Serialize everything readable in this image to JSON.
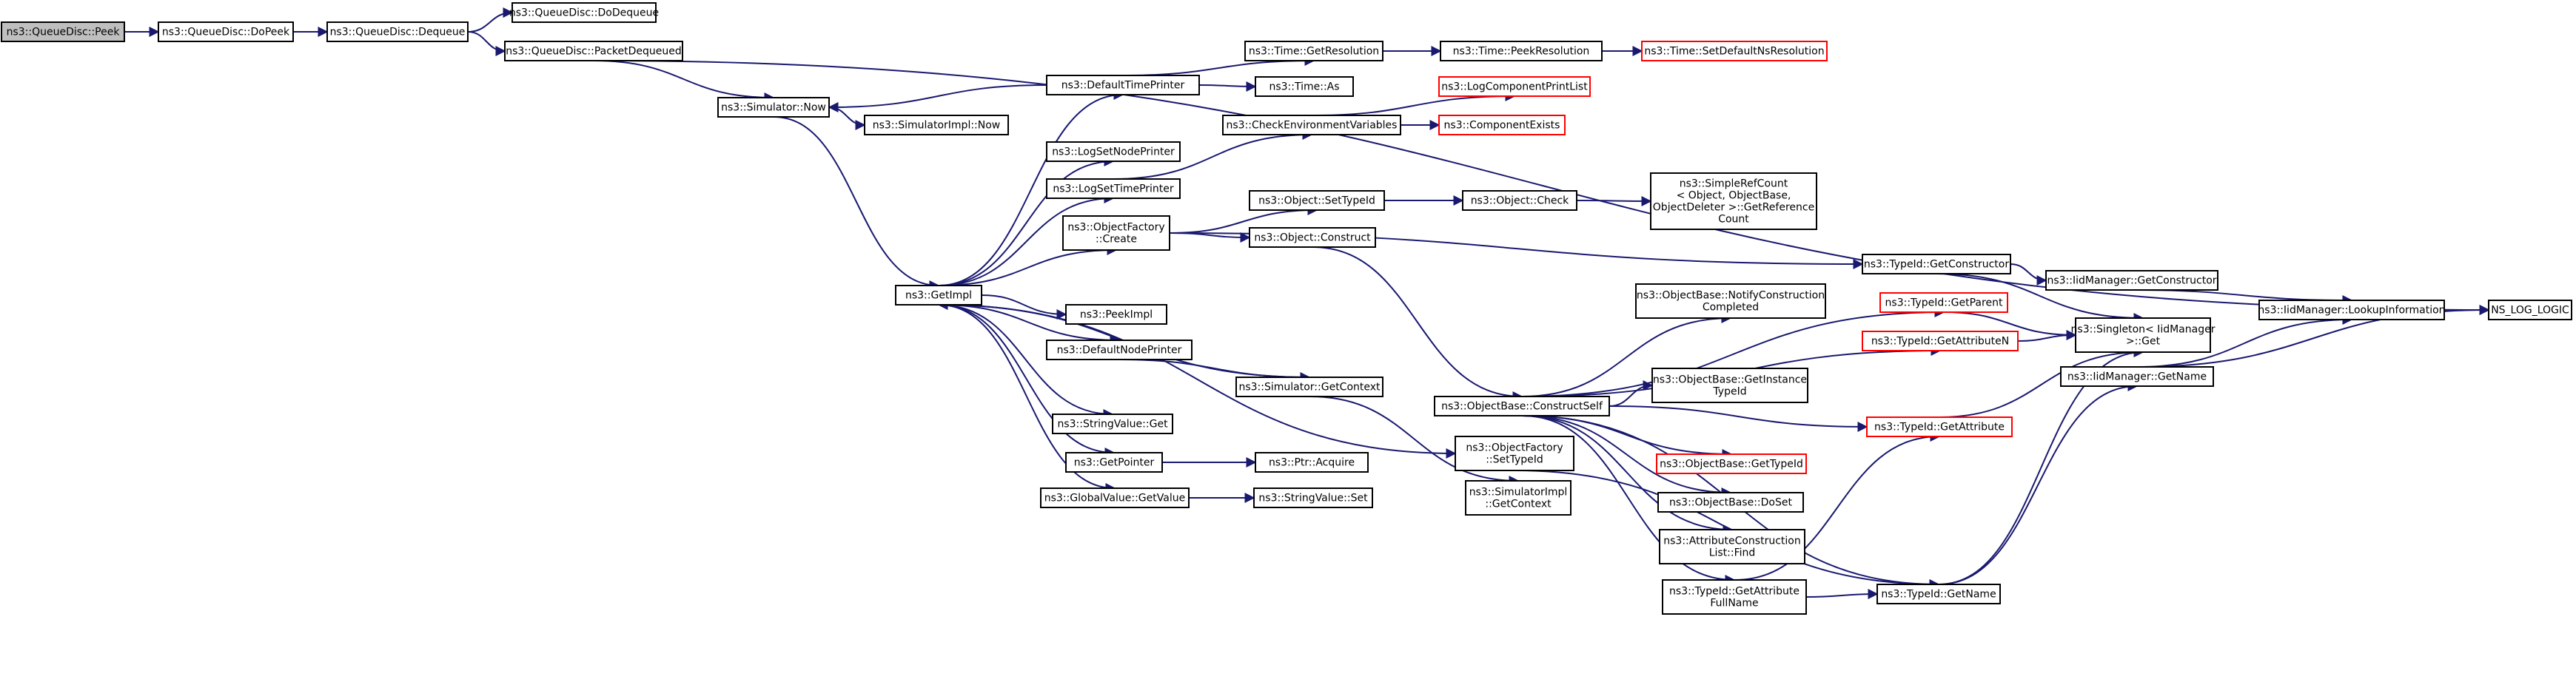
{
  "graph": {
    "nodes": [
      {
        "id": "peek",
        "lines": [
          "ns3::QueueDisc::Peek"
        ],
        "style": "root"
      },
      {
        "id": "dopeek",
        "lines": [
          "ns3::QueueDisc::DoPeek"
        ]
      },
      {
        "id": "dequeue",
        "lines": [
          "ns3::QueueDisc::Dequeue"
        ]
      },
      {
        "id": "dodequeue",
        "lines": [
          "ns3::QueueDisc::DoDequeue"
        ]
      },
      {
        "id": "packetdequeued",
        "lines": [
          "ns3::QueueDisc::PacketDequeued"
        ]
      },
      {
        "id": "simnow",
        "lines": [
          "ns3::Simulator::Now"
        ]
      },
      {
        "id": "simimplnow",
        "lines": [
          "ns3::SimulatorImpl::Now"
        ]
      },
      {
        "id": "getimpl",
        "lines": [
          "ns3::GetImpl"
        ]
      },
      {
        "id": "deftime",
        "lines": [
          "ns3::DefaultTimePrinter"
        ]
      },
      {
        "id": "getres",
        "lines": [
          "ns3::Time::GetResolution"
        ]
      },
      {
        "id": "peekres",
        "lines": [
          "ns3::Time::PeekResolution"
        ]
      },
      {
        "id": "setdefres",
        "lines": [
          "ns3::Time::SetDefaultNsResolution"
        ],
        "style": "red"
      },
      {
        "id": "timeas",
        "lines": [
          "ns3::Time::As"
        ]
      },
      {
        "id": "checkenv",
        "lines": [
          "ns3::CheckEnvironmentVariables"
        ]
      },
      {
        "id": "logprint",
        "lines": [
          "ns3::LogComponentPrintList"
        ],
        "style": "red"
      },
      {
        "id": "compexists",
        "lines": [
          "ns3::ComponentExists"
        ],
        "style": "red"
      },
      {
        "id": "lognode",
        "lines": [
          "ns3::LogSetNodePrinter"
        ]
      },
      {
        "id": "logtime",
        "lines": [
          "ns3::LogSetTimePrinter"
        ]
      },
      {
        "id": "ofcreate",
        "lines": [
          "ns3::ObjectFactory",
          "::Create"
        ]
      },
      {
        "id": "settypeid",
        "lines": [
          "ns3::Object::SetTypeId"
        ]
      },
      {
        "id": "objcheck",
        "lines": [
          "ns3::Object::Check"
        ]
      },
      {
        "id": "simplerefcount",
        "lines": [
          "ns3::SimpleRefCount",
          "< Object, ObjectBase,",
          "ObjectDeleter >::GetReference",
          "Count"
        ]
      },
      {
        "id": "objconstruct",
        "lines": [
          "ns3::Object::Construct"
        ]
      },
      {
        "id": "peekimpl",
        "lines": [
          "ns3::PeekImpl"
        ]
      },
      {
        "id": "defnode",
        "lines": [
          "ns3::DefaultNodePrinter"
        ]
      },
      {
        "id": "simgetctx",
        "lines": [
          "ns3::Simulator::GetContext"
        ]
      },
      {
        "id": "strget",
        "lines": [
          "ns3::StringValue::Get"
        ]
      },
      {
        "id": "getpointer",
        "lines": [
          "ns3::GetPointer"
        ]
      },
      {
        "id": "ptracquire",
        "lines": [
          "ns3::Ptr::Acquire"
        ]
      },
      {
        "id": "gvgetvalue",
        "lines": [
          "ns3::GlobalValue::GetValue"
        ]
      },
      {
        "id": "strset",
        "lines": [
          "ns3::StringValue::Set"
        ]
      },
      {
        "id": "obconstructself",
        "lines": [
          "ns3::ObjectBase::ConstructSelf"
        ]
      },
      {
        "id": "ofsettypeid",
        "lines": [
          "ns3::ObjectFactory",
          "::SetTypeId"
        ]
      },
      {
        "id": "simimplgetctx",
        "lines": [
          "ns3::SimulatorImpl",
          "::GetContext"
        ]
      },
      {
        "id": "obnotify",
        "lines": [
          "ns3::ObjectBase::NotifyConstruction",
          "Completed"
        ]
      },
      {
        "id": "obgetinst",
        "lines": [
          "ns3::ObjectBase::GetInstance",
          "TypeId"
        ]
      },
      {
        "id": "obgettypeid",
        "lines": [
          "ns3::ObjectBase::GetTypeId"
        ],
        "style": "red"
      },
      {
        "id": "obdoset",
        "lines": [
          "ns3::ObjectBase::DoSet"
        ]
      },
      {
        "id": "attrfind",
        "lines": [
          "ns3::AttributeConstruction",
          "List::Find"
        ]
      },
      {
        "id": "tidgetattrfull",
        "lines": [
          "ns3::TypeId::GetAttribute",
          "FullName"
        ]
      },
      {
        "id": "tidgetctor",
        "lines": [
          "ns3::TypeId::GetConstructor"
        ]
      },
      {
        "id": "tidgetparent",
        "lines": [
          "ns3::TypeId::GetParent"
        ],
        "style": "red"
      },
      {
        "id": "tidgetattrn",
        "lines": [
          "ns3::TypeId::GetAttributeN"
        ],
        "style": "red"
      },
      {
        "id": "tidgetattr",
        "lines": [
          "ns3::TypeId::GetAttribute"
        ],
        "style": "red"
      },
      {
        "id": "tidgetname",
        "lines": [
          "ns3::TypeId::GetName"
        ]
      },
      {
        "id": "iidgetctor",
        "lines": [
          "ns3::IidManager::GetConstructor"
        ]
      },
      {
        "id": "singletonget",
        "lines": [
          "ns3::Singleton< IidManager",
          ">::Get"
        ]
      },
      {
        "id": "iidgetname",
        "lines": [
          "ns3::IidManager::GetName"
        ]
      },
      {
        "id": "iidlookup",
        "lines": [
          "ns3::IidManager::LookupInformation"
        ]
      },
      {
        "id": "nslog",
        "lines": [
          "NS_LOG_LOGIC"
        ]
      }
    ],
    "edges": [
      [
        "peek",
        "dopeek"
      ],
      [
        "dopeek",
        "dequeue"
      ],
      [
        "dequeue",
        "dodequeue"
      ],
      [
        "dequeue",
        "packetdequeued"
      ],
      [
        "packetdequeued",
        "simnow"
      ],
      [
        "packetdequeued",
        "nslog"
      ],
      [
        "simnow",
        "simimplnow"
      ],
      [
        "simnow",
        "getimpl"
      ],
      [
        "getimpl",
        "deftime"
      ],
      [
        "getimpl",
        "lognode"
      ],
      [
        "getimpl",
        "logtime"
      ],
      [
        "getimpl",
        "ofcreate"
      ],
      [
        "getimpl",
        "peekimpl"
      ],
      [
        "getimpl",
        "defnode"
      ],
      [
        "getimpl",
        "strget"
      ],
      [
        "getimpl",
        "getpointer"
      ],
      [
        "getimpl",
        "gvgetvalue"
      ],
      [
        "getimpl",
        "ofsettypeid"
      ],
      [
        "deftime",
        "simnow"
      ],
      [
        "deftime",
        "getres"
      ],
      [
        "deftime",
        "timeas"
      ],
      [
        "getres",
        "peekres"
      ],
      [
        "peekres",
        "setdefres"
      ],
      [
        "logtime",
        "checkenv"
      ],
      [
        "checkenv",
        "logprint"
      ],
      [
        "checkenv",
        "compexists"
      ],
      [
        "ofcreate",
        "settypeid"
      ],
      [
        "ofcreate",
        "objconstruct"
      ],
      [
        "ofcreate",
        "tidgetctor"
      ],
      [
        "settypeid",
        "objcheck"
      ],
      [
        "objcheck",
        "simplerefcount"
      ],
      [
        "objconstruct",
        "obconstructself"
      ],
      [
        "defnode",
        "simgetctx"
      ],
      [
        "simgetctx",
        "getimpl"
      ],
      [
        "simgetctx",
        "simimplgetctx"
      ],
      [
        "getpointer",
        "ptracquire"
      ],
      [
        "gvgetvalue",
        "strset"
      ],
      [
        "ofsettypeid",
        "tidgetname"
      ],
      [
        "obconstructself",
        "obnotify"
      ],
      [
        "obconstructself",
        "obgetinst"
      ],
      [
        "obconstructself",
        "obgettypeid"
      ],
      [
        "obconstructself",
        "obdoset"
      ],
      [
        "obconstructself",
        "attrfind"
      ],
      [
        "obconstructself",
        "tidgetattrfull"
      ],
      [
        "obconstructself",
        "tidgetparent"
      ],
      [
        "obconstructself",
        "tidgetattrn"
      ],
      [
        "obconstructself",
        "tidgetattr"
      ],
      [
        "obconstructself",
        "tidgetname"
      ],
      [
        "tidgetattrfull",
        "tidgetattr"
      ],
      [
        "tidgetattrfull",
        "tidgetname"
      ],
      [
        "tidgetctor",
        "iidgetctor"
      ],
      [
        "tidgetctor",
        "singletonget"
      ],
      [
        "tidgetparent",
        "singletonget"
      ],
      [
        "tidgetattrn",
        "singletonget"
      ],
      [
        "tidgetattr",
        "singletonget"
      ],
      [
        "tidgetname",
        "singletonget"
      ],
      [
        "tidgetname",
        "iidgetname"
      ],
      [
        "iidgetctor",
        "iidlookup"
      ],
      [
        "iidgetname",
        "iidlookup"
      ],
      [
        "iidgetname",
        "nslog"
      ],
      [
        "iidlookup",
        "nslog"
      ]
    ]
  }
}
